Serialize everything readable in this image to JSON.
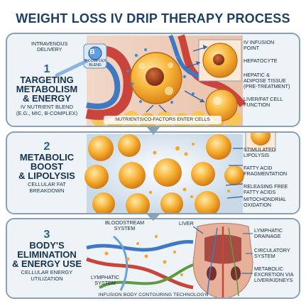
{
  "title": "WEIGHT LOSS IV DRIP THERAPY PROCESS",
  "stages": [
    {
      "number": "1",
      "heading_lines": [
        "TARGETING",
        "METABOLISM",
        "& ENERGY"
      ],
      "sub_lines": [
        "IV NUTRIENT BLEND",
        "(E.G., MIC, B-COMPLEX)"
      ]
    },
    {
      "number": "2",
      "heading_lines": [
        "METABOLIC",
        "BOOST",
        "& LIPOLYSIS"
      ],
      "sub_lines": [
        "CELLULAR FAT",
        "BREAKDOWN"
      ]
    },
    {
      "number": "3",
      "heading_lines": [
        "BODY'S",
        "ELIMINATION",
        "& ENERGY USE"
      ],
      "sub_lines": [
        "CELLULAR ENERGY",
        "UTILIZATION"
      ]
    }
  ],
  "panel1": {
    "intravenous": "INTRAVENOUS\nDELIVERY",
    "bcomplex_badge": "B",
    "bcomplex_label": "B-COMPLEX\nBLEND",
    "iv_infusion": "IV INFUSION\nPOINT",
    "hepatocyte": "HEPATOCYTE",
    "hepatic": "HEPATIC &\nADIPOSE TISSUE\n(PRE-TREATMENT)",
    "liver_fat": "LIVER/FAT CELL\nFUNCTION",
    "nutrients": "NUTRIENTS/CO-FACTORS ENTER CELLS"
  },
  "panel2": {
    "stimulated": "STIMULATED\nLIPOLYSIS",
    "fatty_frag": "FATTY ACID\nFRAGMENTATION",
    "releasing": "RELEASING FREE\nFATTY ACIDS",
    "mito": "MITOCHONDRIAL\nOXIDATION"
  },
  "panel3": {
    "bloodstream": "BLOODSTREAM\nSYSTEM",
    "liver": "LIVER",
    "lymphatic_drainage": "LYMPHATIC\nDRAINAGE",
    "circulatory": "CIRCULATORY\nSYSTEM",
    "metabolic_excretion": "METABOLIC\nEXCRETION VIA\nLIVER/KIDNEYS",
    "lymphatic_system": "LYMPHATIC\nSYSTEM"
  },
  "footer": "INFUSION BODY CONTOURING TECHNOLOGY",
  "colors": {
    "title": "#1f3f63",
    "panel_border": "#8aa0b6",
    "fat_cell": "#f2a623",
    "nucleus": "#8a3a17",
    "vessel_blue": "#3f79c4",
    "vessel_red": "#c9443b",
    "lymph_green": "#5d9b3f"
  }
}
